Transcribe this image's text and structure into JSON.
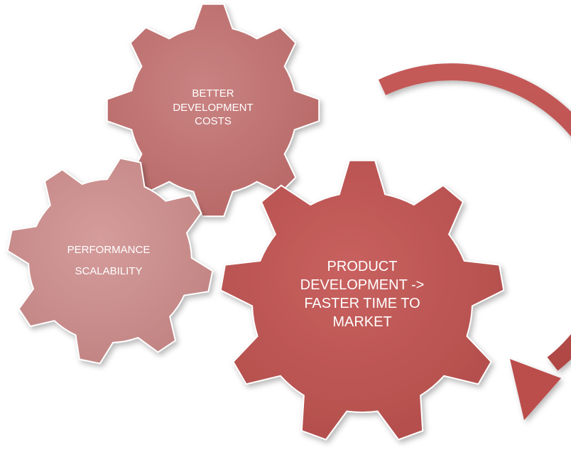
{
  "colors": {
    "gear_top": "#c07473",
    "gear_left": "#cb8f8e",
    "gear_right": "#bf5a58",
    "arrow": "#bb4e4c",
    "text": "#ffffff"
  },
  "gears": {
    "top": {
      "lines": [
        "BETTER",
        "DEVELOPMENT",
        "COSTS"
      ]
    },
    "left": {
      "lines": [
        "PERFORMANCE",
        "SCALABILITY"
      ]
    },
    "right": {
      "lines": [
        "PRODUCT",
        "DEVELOPMENT ->",
        "FASTER TIME TO",
        "MARKET"
      ]
    }
  },
  "arrow": {
    "direction": "clockwise",
    "icon": "curved-arrow-icon"
  }
}
